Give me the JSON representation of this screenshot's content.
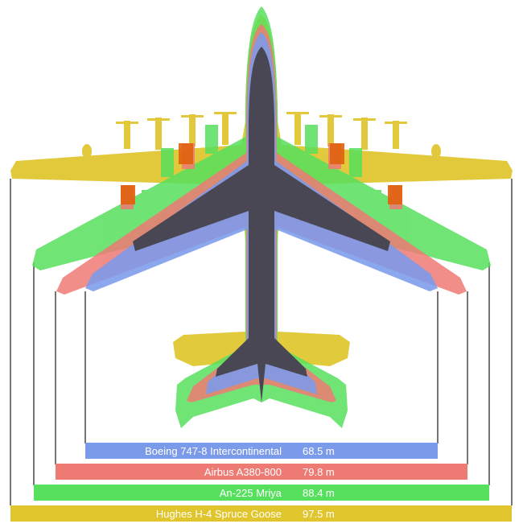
{
  "colors": {
    "boeing": "#7B9BEA",
    "airbus": "#EE7A74",
    "antonov": "#57E05E",
    "hughes": "#E0C52C",
    "overlap": "#4A4754",
    "engine_orange": "#E0620E"
  },
  "aircraft": [
    {
      "name": "Boeing 747-8 Intercontinental",
      "wingspan": "68.5 m",
      "wingspan_m": 68.5,
      "color_key": "boeing"
    },
    {
      "name": "Airbus A380-800",
      "wingspan": "79.8 m",
      "wingspan_m": 79.8,
      "color_key": "airbus"
    },
    {
      "name": "An-225 Mriya",
      "wingspan": "88.4 m",
      "wingspan_m": 88.4,
      "color_key": "antonov"
    },
    {
      "name": "Hughes H-4 Spruce Goose",
      "wingspan": "97.5 m",
      "wingspan_m": 97.5,
      "color_key": "hughes"
    }
  ]
}
